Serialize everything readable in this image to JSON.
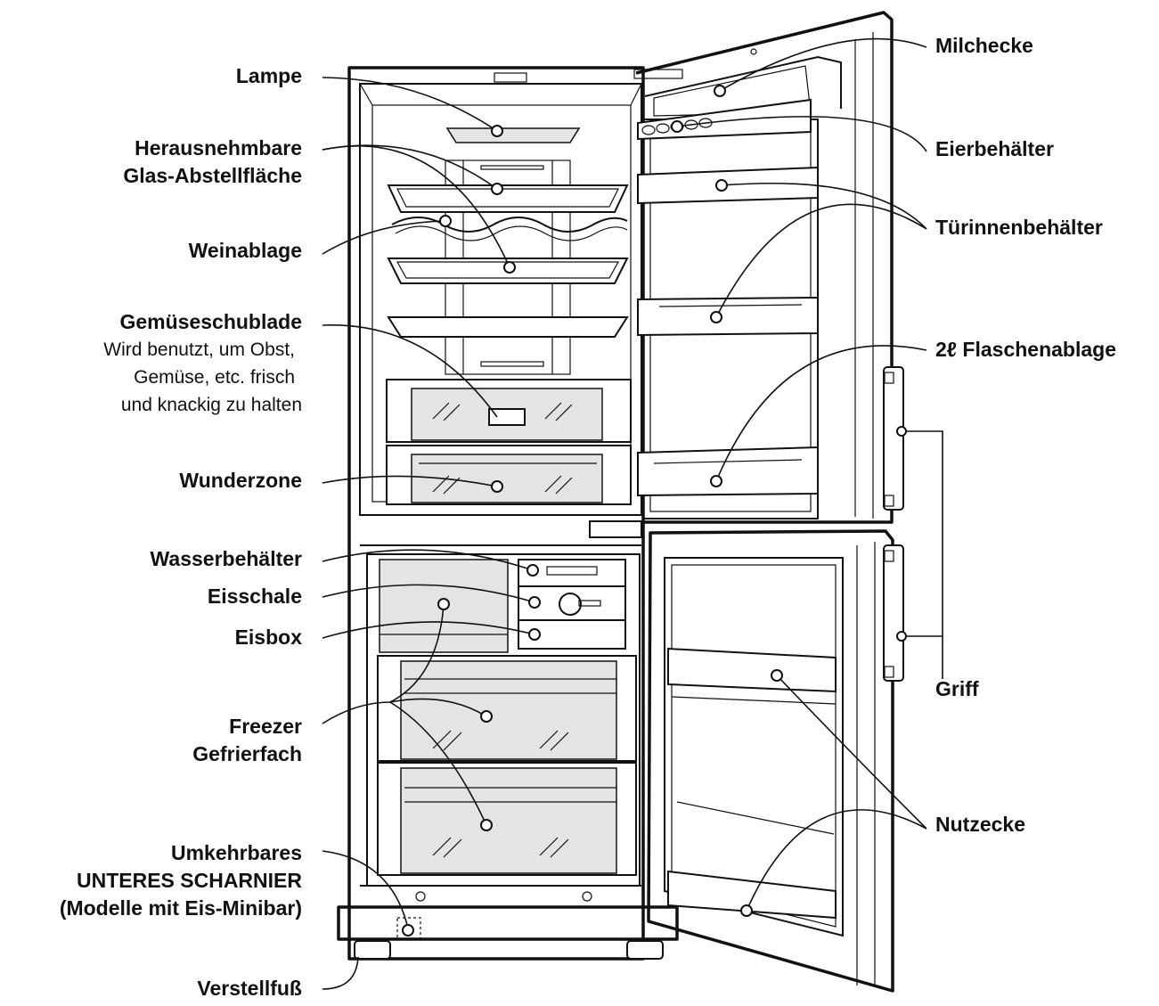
{
  "labels": {
    "lampe": "Lampe",
    "glas_1": "Herausnehmbare",
    "glas_2": "Glas-Abstellfläche",
    "weinablage": "Weinablage",
    "gemuese": "Gemüseschublade",
    "gemuese_desc_1": "Wird benutzt, um Obst,",
    "gemuese_desc_2": "Gemüse, etc. frisch",
    "gemuese_desc_3": "und knackig zu halten",
    "wunderzone": "Wunderzone",
    "wasserbehaelter": "Wasserbehälter",
    "eisschale": "Eisschale",
    "eisbox": "Eisbox",
    "freezer": "Freezer",
    "gefrierfach": "Gefrierfach",
    "scharnier_1": "Umkehrbares",
    "scharnier_2": "UNTERES SCHARNIER",
    "scharnier_3": "(Modelle mit Eis-Minibar)",
    "verstellfuss": "Verstellfuß",
    "milchecke": "Milchecke",
    "eierbehaelter": "Eierbehälter",
    "tuerinnenbehaelter": "Türinnenbehälter",
    "flaschenablage": "2ℓ Flaschenablage",
    "griff": "Griff",
    "nutzecke": "Nutzecke"
  }
}
